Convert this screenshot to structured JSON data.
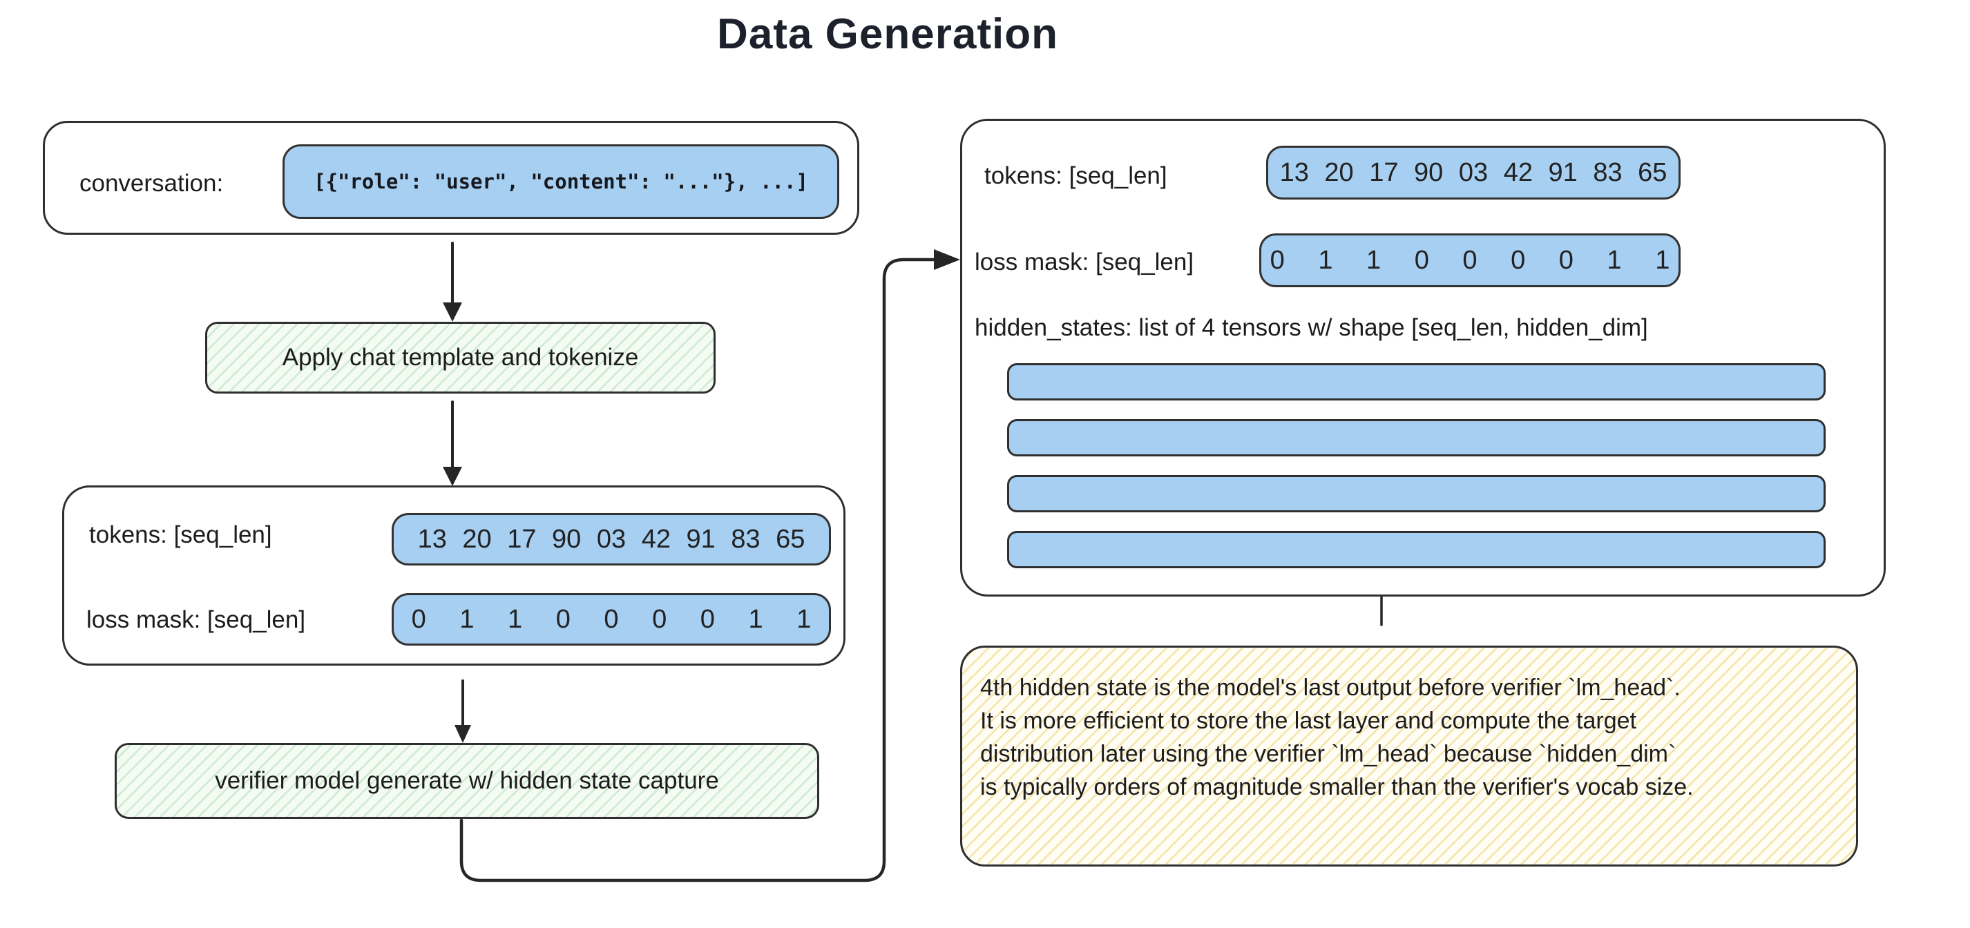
{
  "title": "Data Generation",
  "colors": {
    "tensor_fill": "#a6cff2",
    "process_fill": "#f4fbf3",
    "process_stripe": "#76c180",
    "note_fill": "#fffdf4",
    "note_stripe": "#e9cb5e",
    "stroke": "#2f2f2f"
  },
  "left_flow": {
    "conversation_label": "conversation:",
    "conversation_value": "[{\"role\": \"user\", \"content\": \"...\"}, ...]",
    "apply_label": "Apply chat template and tokenize",
    "tokens_label": "tokens: [seq_len]",
    "tokens_values": "13 20 17 90 03 42 91 83 65",
    "loss_mask_label": "loss mask: [seq_len]",
    "loss_mask_values": "0 1 1 0 0 0 0 1 1",
    "verifier_label": "verifier model generate w/ hidden state capture"
  },
  "right_panel": {
    "tokens_label": "tokens: [seq_len]",
    "tokens_values": "13 20 17 90 03 42 91 83 65",
    "loss_mask_label": "loss mask: [seq_len]",
    "loss_mask_values": "0 1 1 0 0 0 0 1 1",
    "hidden_states_label": "hidden_states: list of 4 tensors w/ shape [seq_len, hidden_dim]",
    "tensor_count": 4
  },
  "note": {
    "lines": [
      "4th hidden state is the model's last output before verifier `lm_head`.",
      "It is more efficient to store the last layer and compute the target",
      "distribution later using the verifier `lm_head` because `hidden_dim`",
      "is typically orders of magnitude smaller than the verifier's vocab size."
    ]
  }
}
